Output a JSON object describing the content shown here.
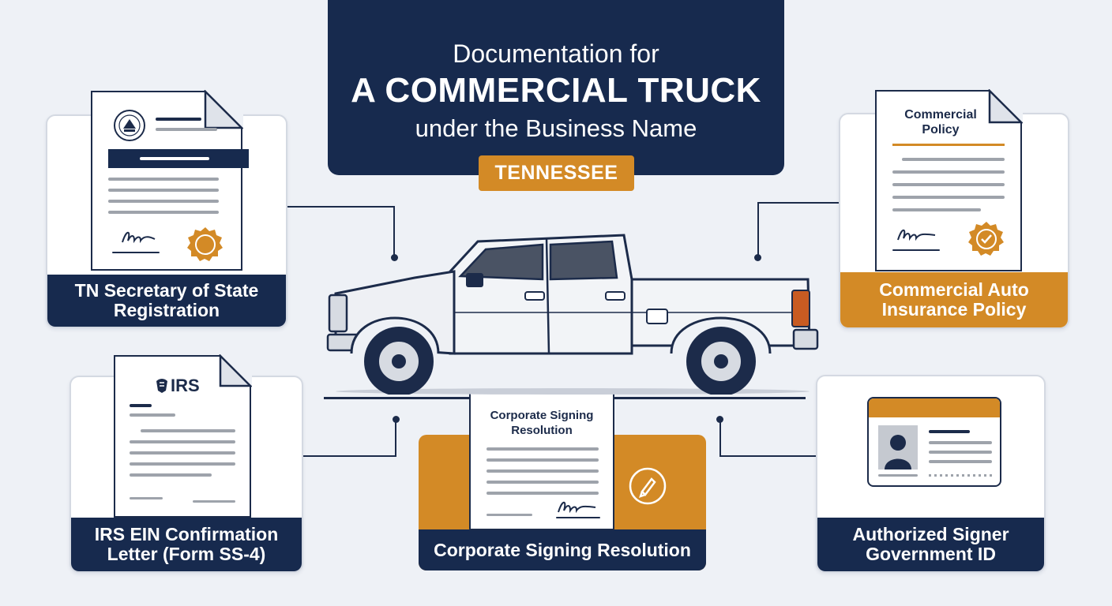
{
  "header": {
    "line1": "Documentation for",
    "line2": "A COMMERCIAL TRUCK",
    "line3": "under  the Business Name",
    "badge": "TENNESSEE"
  },
  "cards": {
    "sos": {
      "label_line1": "TN Secretary of State",
      "label_line2": "Registration"
    },
    "insurance": {
      "label_line1": "Commercial Auto",
      "label_line2": "Insurance Policy",
      "doc_title_line1": "Commercial",
      "doc_title_line2": "Policy"
    },
    "irs": {
      "label_line1": "IRS EIN Confirmation",
      "label_line2": "Letter (Form SS-4)",
      "logo": "IRS"
    },
    "resolution": {
      "label": "Corporate Signing Resolution",
      "doc_title_line1": "Corporate Signing",
      "doc_title_line2": "Resolution"
    },
    "id": {
      "label_line1": "Authorized Signer",
      "label_line2": "Government ID"
    }
  },
  "icons": [
    "state-seal-icon",
    "gold-seal-icon",
    "checkmark-seal-icon",
    "irs-eagle-icon",
    "pen-icon",
    "person-icon",
    "signature-icon",
    "pickup-truck-illustration"
  ],
  "colors": {
    "navy": "#172a4e",
    "gold": "#d38a26",
    "background": "#eef1f6"
  }
}
